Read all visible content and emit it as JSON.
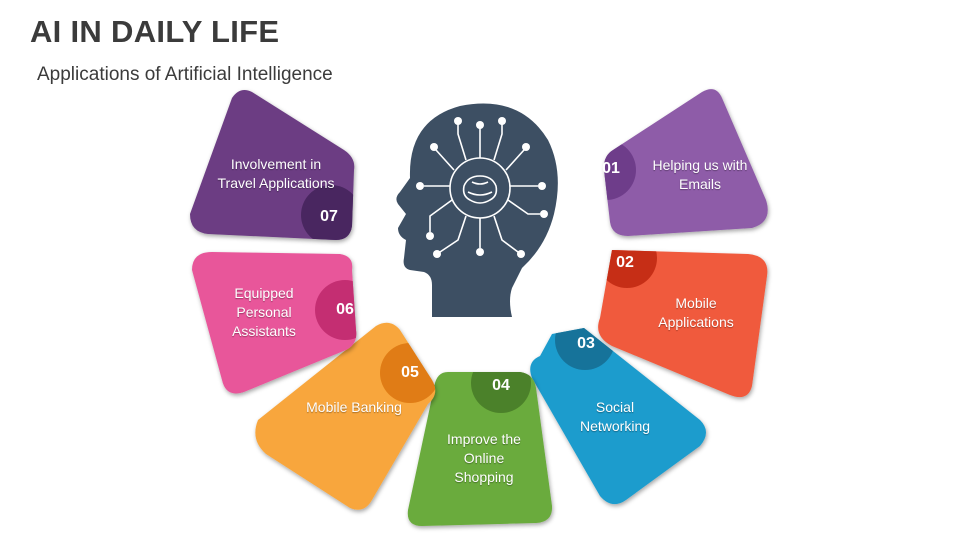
{
  "header": {
    "title": "AI IN DAILY LIFE",
    "subtitle": "Applications of Artificial Intelligence"
  },
  "items": [
    {
      "number": "01",
      "label": "Helping us with Emails",
      "color": "#8e5ba8",
      "badge_color": "#6e3d8a"
    },
    {
      "number": "02",
      "label": "Mobile Applications",
      "color": "#f05a3c",
      "badge_color": "#c62f17"
    },
    {
      "number": "03",
      "label": "Social Networking",
      "color": "#1f9ccd",
      "badge_color": "#13739a"
    },
    {
      "number": "04",
      "label": "Improve the Online Shopping",
      "color": "#6aab3c",
      "badge_color": "#4c8129"
    },
    {
      "number": "05",
      "label": "Mobile Banking",
      "color": "#f8a63c",
      "badge_color": "#e07c12"
    },
    {
      "number": "06",
      "label": "Equipped Personal Assistants",
      "color": "#e8579a",
      "badge_color": "#c42f72"
    },
    {
      "number": "07",
      "label": "Involvement in Travel Applications",
      "color": "#6c3e83",
      "badge_color": "#4a2860"
    }
  ],
  "center": {
    "icon": "ai-head-brain-icon",
    "color": "#3d4f63"
  }
}
